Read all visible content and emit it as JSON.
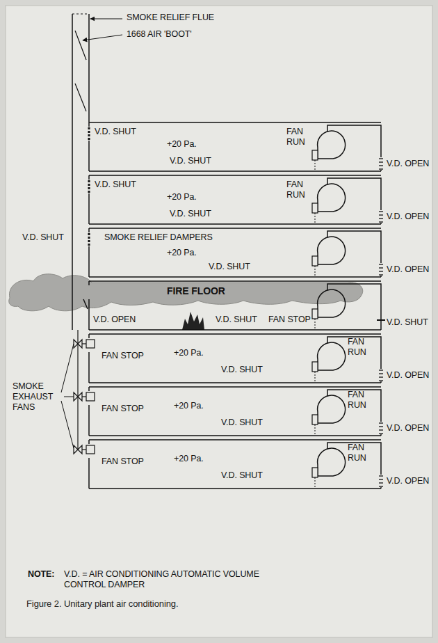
{
  "diagram": {
    "caption": "Figure 2. Unitary plant air conditioning.",
    "labels": [
      "SMOKE RELIEF FLUE",
      "1668 AIR 'BOOT'",
      "FAN RUN",
      "V.D. SHUT",
      "+20 Pa.",
      "V.D. SHUT",
      "V.D. OPEN",
      "V.D. SHUT",
      "FAN RUN",
      "+20 Pa.",
      "V.D. SHUT",
      "V.D. OPEN",
      "V.D. SHUT",
      "SMOKE RELIEF DAMPERS",
      "+20 Pa.",
      "V.D. SHUT",
      "V.D. OPEN",
      "FIRE FLOOR",
      "V.D. OPEN",
      "V.D. SHUT",
      "FAN STOP",
      "V.D. SHUT",
      "FAN RUN",
      "FAN STOP",
      "+20 Pa.",
      "V.D. SHUT",
      "V.D. OPEN",
      "SMOKE EXHAUST FANS",
      "FAN RUN",
      "FAN STOP",
      "+20 Pa.",
      "V.D. SHUT",
      "V.D. OPEN",
      "FAN RUN",
      "FAN STOP",
      "+20 Pa.",
      "V.D. SHUT",
      "V.D. OPEN",
      "NOTE:",
      "V.D. = AIR CONDITIONING AUTOMATIC VOLUME CONTROL DAMPER"
    ]
  }
}
